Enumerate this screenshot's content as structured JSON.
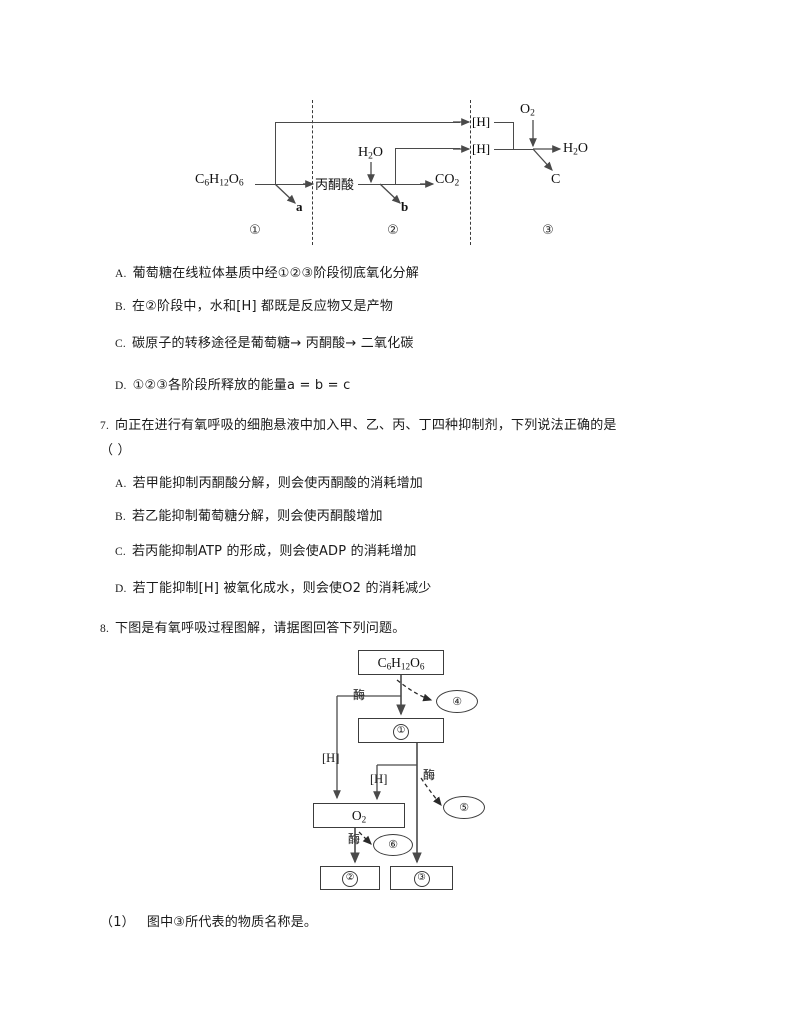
{
  "document": {
    "language": "zh-CN",
    "type": "biology-exam-worksheet"
  },
  "diagram1": {
    "name": "cellular-respiration-stages-diagram",
    "glucose": "C6H12O6",
    "glucose_parts": {
      "c": "C",
      "c_sub": "6",
      "h": "H",
      "h_sub": "12",
      "o": "O",
      "o_sub": "6"
    },
    "pyruvate_label": "丙酮酸",
    "water_label": "H2O",
    "co2_label": "CO2",
    "h_bracket_1": "[H]",
    "h_bracket_2": "[H]",
    "o2_label": "O2",
    "product_water": "H2O",
    "product_c": "C",
    "energy_a": "a",
    "energy_b": "b",
    "stage_1": "①",
    "stage_2": "②",
    "stage_3": "③"
  },
  "question6": {
    "options": [
      {
        "key": "A.",
        "text": "葡萄糖在线粒体基质中经①②③阶段彻底氧化分解"
      },
      {
        "key": "B.",
        "text": "在②阶段中，水和[H] 都既是反应物又是产物"
      },
      {
        "key": "C.",
        "text": "碳原子的转移途径是葡萄糖→  丙酮酸→  二氧化碳"
      },
      {
        "key": "D.",
        "text": "①②③各阶段所释放的能量a = b = c"
      }
    ]
  },
  "question7": {
    "number": "7.",
    "stem_line1": "向正在进行有氧呼吸的细胞悬液中加入甲、乙、丙、丁四种抑制剂，下列说法正确的是",
    "stem_line2": "（ ）",
    "options": [
      {
        "key": "A.",
        "text": "若甲能抑制丙酮酸分解，则会使丙酮酸的消耗增加"
      },
      {
        "key": "B.",
        "text": "若乙能抑制葡萄糖分解，则会使丙酮酸增加"
      },
      {
        "key": "C.",
        "text": "若丙能抑制ATP 的形成，则会使ADP 的消耗增加"
      },
      {
        "key": "D.",
        "text": "若丁能抑制[H] 被氧化成水，则会使O2 的消耗减少"
      }
    ]
  },
  "question8": {
    "number": "8.",
    "stem": "下图是有氧呼吸过程图解，请据图回答下列问题。",
    "sub_questions": [
      {
        "label": "（1）",
        "text": "图中③所代表的物质名称是。"
      }
    ]
  },
  "diagram2": {
    "name": "aerobic-respiration-flowchart",
    "glucose_box": "C6H12O6",
    "box_1": "①",
    "box_2": "②",
    "box_3": "③",
    "o2_box": "O2",
    "ellipse_4": "④",
    "ellipse_5": "⑤",
    "ellipse_6": "⑥",
    "enzyme_label_1": "酶",
    "enzyme_label_2": "酶",
    "enzyme_label_3": "酶",
    "h_label_1": "[H]",
    "h_label_2": "[H]"
  },
  "colors": {
    "text": "#1a1a1a",
    "line": "#4a4a4a",
    "box_border": "#3c3c3c",
    "background": "#ffffff"
  }
}
